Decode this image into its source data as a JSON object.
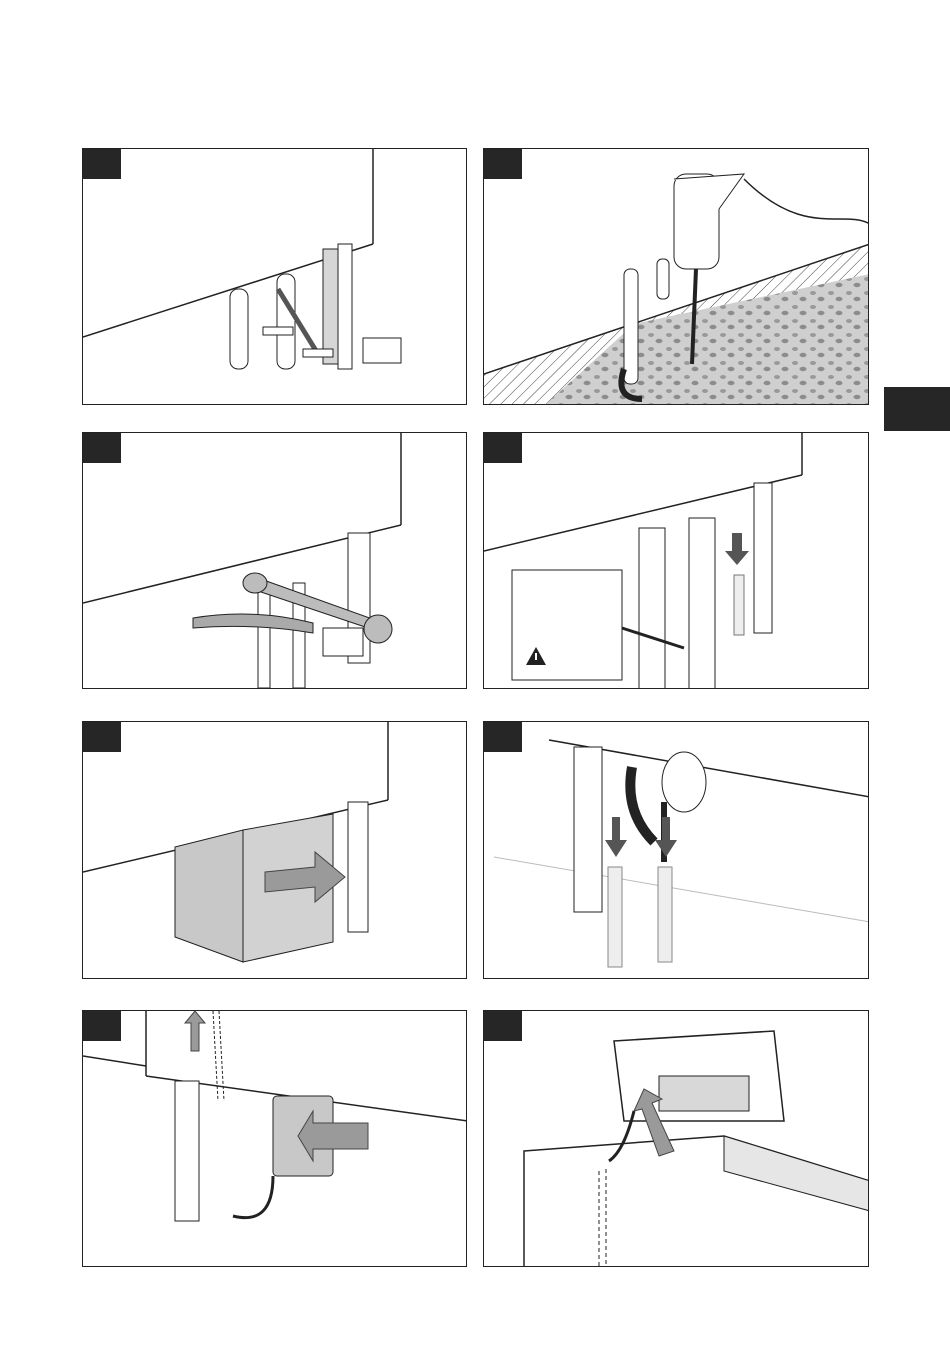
{
  "page": {
    "section_tab_color": "#262626",
    "step_badge_color": "#262626",
    "arrow_fill": "#9a9a9a",
    "panel_fill": "#c8c8c8"
  },
  "panels": [
    {
      "id": "step-1",
      "content": "boiler-underside-with-pipes-and-wrench",
      "icons": [
        "pipe-icon",
        "wrench-icon",
        "bracket-icon",
        "small-rectangle-label"
      ]
    },
    {
      "id": "step-2",
      "content": "drilling-wall-section",
      "icons": [
        "drill-icon",
        "pipe-icon",
        "wall-section-hatch"
      ]
    },
    {
      "id": "step-3",
      "content": "wrench-turning-fitting",
      "icons": [
        "wrench-icon",
        "rotate-arrow-icon"
      ]
    },
    {
      "id": "step-4",
      "content": "bolts-into-bracket-with-detail-inset",
      "icons": [
        "down-arrow-icon",
        "bolt-icon",
        "warning-triangle-icon"
      ]
    },
    {
      "id": "step-5",
      "content": "sliding-cover-panel",
      "icons": [
        "right-arrow-icon",
        "cover-panel"
      ]
    },
    {
      "id": "step-6",
      "content": "bolts-lower-bracket",
      "icons": [
        "down-arrow-icon",
        "bolt-icon",
        "pipe-icon"
      ]
    },
    {
      "id": "step-7",
      "content": "cable-routing-and-box-insert",
      "icons": [
        "up-arrow-icon",
        "left-arrow-icon",
        "cable-icon"
      ]
    },
    {
      "id": "step-8",
      "content": "control-box-cable-connection",
      "icons": [
        "diagonal-arrow-icon",
        "control-box",
        "cable-icon"
      ]
    }
  ]
}
